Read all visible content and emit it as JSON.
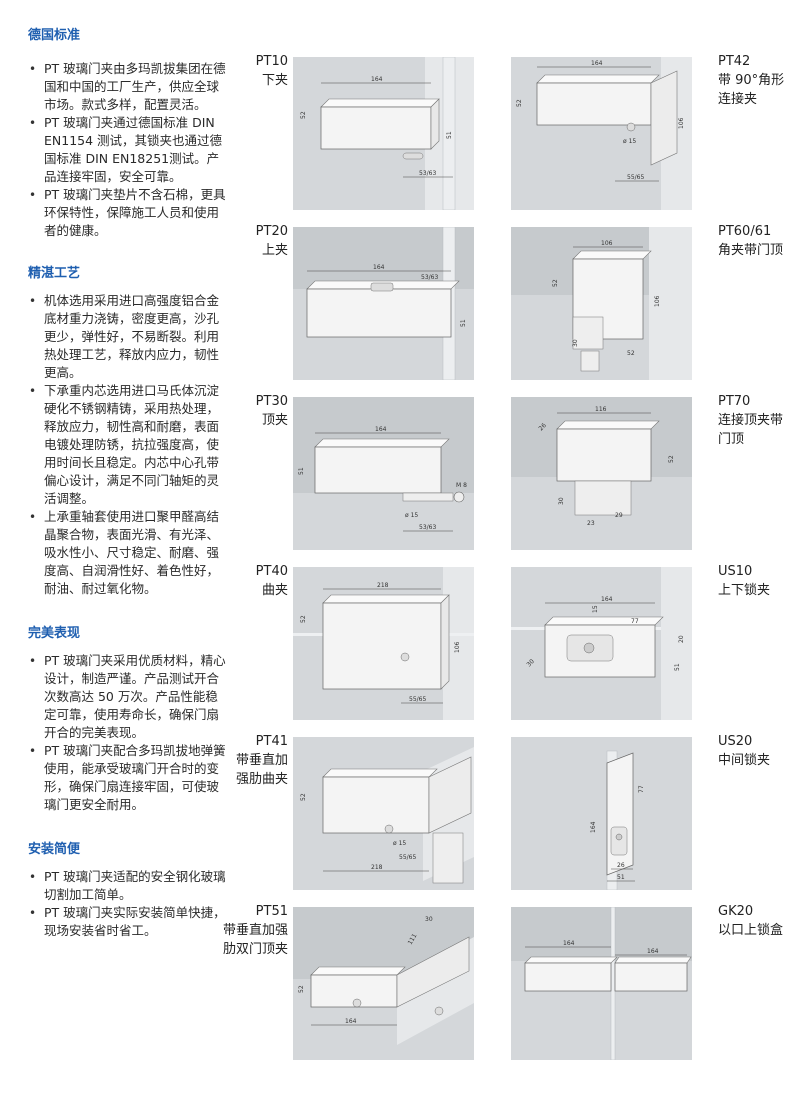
{
  "sections": [
    {
      "title": "德国标准",
      "items": [
        "PT 玻璃门夹由多玛凯拔集团在德国和中国的工厂生产，供应全球市场。款式多样，配置灵活。",
        "PT 玻璃门夹通过德国标准 DIN EN1154 测试，其锁夹也通过德国标准 DIN EN18251测试。产品连接牢固，安全可靠。",
        "PT 玻璃门夹垫片不含石棉，更具环保特性，保障施工人员和使用者的健康。"
      ]
    },
    {
      "title": "精湛工艺",
      "items": [
        "机体选用采用进口高强度铝合金底材重力浇铸，密度更高，沙孔更少，弹性好，不易断裂。利用热处理工艺，释放内应力，韧性更高。",
        "下承重内芯选用进口马氏体沉淀硬化不锈钢精铸，采用热处理，释放应力，韧性高和耐磨，表面电镀处理防锈，抗拉强度高，使用时间长且稳定。内芯中心孔带偏心设计，满足不同门轴矩的灵活调整。",
        "上承重轴套使用进口聚甲醛高结晶聚合物，表面光滑、有光泽、吸水性小、尺寸稳定、耐磨、强度高、自润滑性好、着色性好，耐油、耐过氧化物。"
      ]
    },
    {
      "title": "完美表现",
      "items": [
        "PT 玻璃门夹采用优质材料，精心设计，制造严谨。产品测试开合次数高达 50 万次。产品性能稳定可靠，使用寿命长，确保门扇开合的完美表现。",
        "PT 玻璃门夹配合多玛凯拔地弹簧使用，能承受玻璃门开合时的变形，确保门扇连接牢固，可使玻璃门更安全耐用。"
      ]
    },
    {
      "title": "安装简便",
      "items": [
        "PT 玻璃门夹适配的安全钢化玻璃切割加工简单。",
        "PT 玻璃门夹实际安装简单快捷，现场安装省时省工。"
      ]
    }
  ],
  "products_left": [
    {
      "code": "PT10",
      "name": "下夹",
      "dims": [
        "164",
        "52",
        "51",
        "53/63"
      ]
    },
    {
      "code": "PT20",
      "name": "上夹",
      "dims": [
        "164",
        "53/63",
        "51"
      ]
    },
    {
      "code": "PT30",
      "name": "顶夹",
      "dims": [
        "164",
        "51",
        "M 8",
        "ø 15",
        "53/63"
      ]
    },
    {
      "code": "PT40",
      "name": "曲夹",
      "dims": [
        "218",
        "52",
        "106",
        "55/65"
      ]
    },
    {
      "code": "PT41",
      "name": "带垂直加强肋曲夹",
      "lines": [
        "带垂直加",
        "强肋曲夹"
      ],
      "dims": [
        "218",
        "52",
        "ø 15",
        "55/65"
      ]
    },
    {
      "code": "PT51",
      "name": "带垂直加强肋双门顶夹",
      "lines": [
        "带垂直加强",
        "肋双门顶夹"
      ],
      "dims": [
        "164",
        "30",
        "111",
        "52"
      ]
    }
  ],
  "products_right": [
    {
      "code": "PT42",
      "name": "带 90°角形连接夹",
      "lines": [
        "带 90°角形",
        "连接夹"
      ],
      "dims": [
        "164",
        "52",
        "ø 15",
        "55/65",
        "106"
      ]
    },
    {
      "code": "PT60/61",
      "name": "角夹带门顶",
      "dims": [
        "106",
        "52",
        "106",
        "30",
        "52"
      ]
    },
    {
      "code": "PT70",
      "name": "连接顶夹带门顶",
      "lines": [
        "连接顶夹带",
        "门顶"
      ],
      "dims": [
        "116",
        "26",
        "52",
        "30",
        "23",
        "29"
      ]
    },
    {
      "code": "US10",
      "name": "上下锁夹",
      "dims": [
        "164",
        "15",
        "77",
        "20",
        "30",
        "51"
      ]
    },
    {
      "code": "US20",
      "name": "中间锁夹",
      "dims": [
        "77",
        "164",
        "26",
        "51"
      ]
    },
    {
      "code": "GK20",
      "name": "以口上锁盒",
      "dims": [
        "164",
        "164"
      ]
    }
  ],
  "colors": {
    "accent": "#1f5fb0",
    "panel": "#d4d7da",
    "clamp": "#f4f4f4",
    "glass": "#e6e8ea"
  }
}
